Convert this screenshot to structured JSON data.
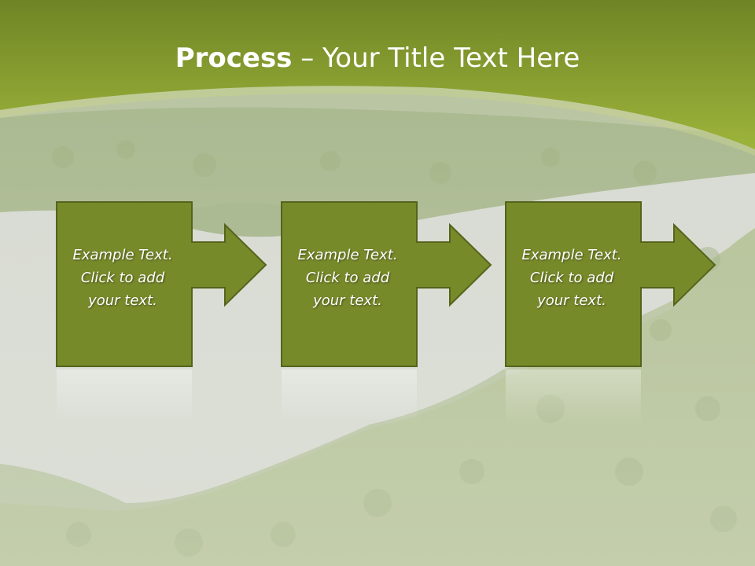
{
  "slide": {
    "title_bold": "Process",
    "title_rest": " – Your Title Text Here",
    "steps": [
      {
        "lines": [
          "Example Text.",
          "Click  to add",
          "your text."
        ]
      },
      {
        "lines": [
          "Example Text.",
          "Click  to add",
          "your text."
        ]
      },
      {
        "lines": [
          "Example Text.",
          "Click  to add",
          "your text."
        ]
      }
    ]
  },
  "colors": {
    "header_green": "#8aa232",
    "box_fill": "#778a2a",
    "box_border": "#55641c",
    "title_text": "#ffffff"
  },
  "icons": [
    "arrow-right-icon"
  ]
}
